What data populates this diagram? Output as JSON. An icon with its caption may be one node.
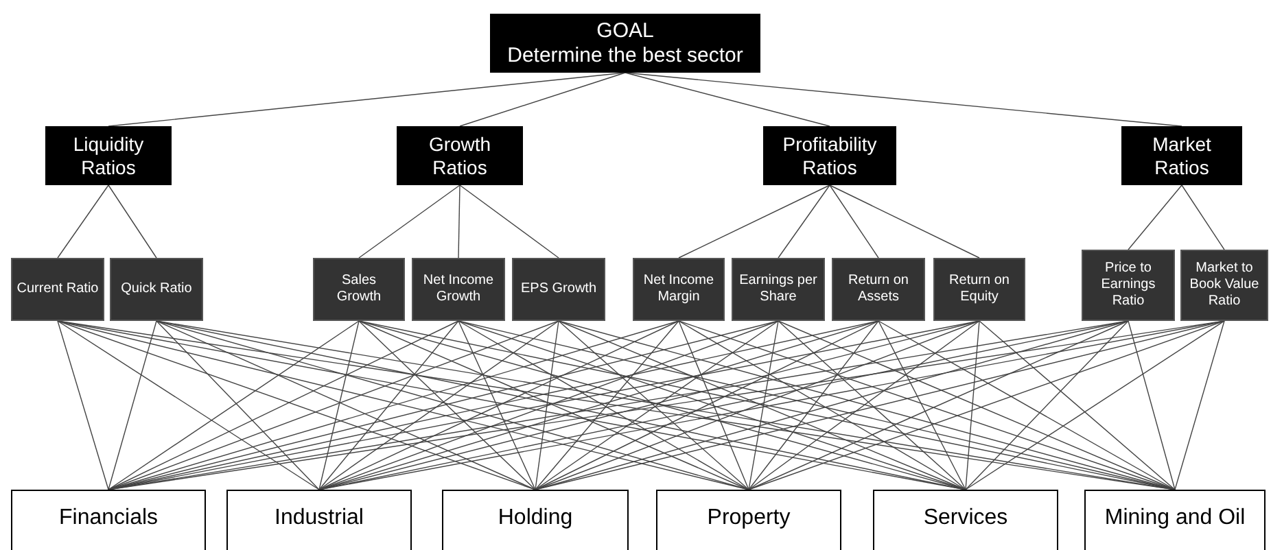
{
  "diagram": {
    "nodes": [
      {
        "text": [
          "GOAL",
          "Determine the best sector"
        ]
      },
      {
        "text": [
          "Liquidity Ratios"
        ]
      },
      {
        "text": [
          "Growth Ratios"
        ]
      },
      {
        "text": [
          "Profitability Ratios"
        ]
      },
      {
        "text": [
          "Market Ratios"
        ]
      },
      {
        "text": [
          "Current Ratio"
        ]
      },
      {
        "text": [
          "Quick Ratio"
        ]
      },
      {
        "text": [
          "Sales Growth"
        ]
      },
      {
        "text": [
          "Net Income Growth"
        ]
      },
      {
        "text": [
          "EPS Growth"
        ]
      },
      {
        "text": [
          "Net Income Margin"
        ]
      },
      {
        "text": [
          "Earnings per Share"
        ]
      },
      {
        "text": [
          "Return on Assets"
        ]
      },
      {
        "text": [
          "Return on Equity"
        ]
      },
      {
        "text": [
          "Price to Earnings Ratio"
        ]
      },
      {
        "text": [
          "Market to Book Value Ratio"
        ]
      },
      {
        "text": [
          "Financials"
        ]
      },
      {
        "text": [
          "Industrial"
        ]
      },
      {
        "text": [
          "Holding"
        ]
      },
      {
        "text": [
          "Property"
        ]
      },
      {
        "text": [
          "Services"
        ]
      },
      {
        "text": [
          "Mining and Oil"
        ]
      }
    ],
    "edges": [
      {
        "from": 0,
        "to": 1,
        "arrow": "none"
      },
      {
        "from": 0,
        "to": 2,
        "arrow": "none"
      },
      {
        "from": 0,
        "to": 3,
        "arrow": "none"
      },
      {
        "from": 0,
        "to": 4,
        "arrow": "none"
      },
      {
        "from": 1,
        "to": 5,
        "arrow": "none"
      },
      {
        "from": 1,
        "to": 6,
        "arrow": "none"
      },
      {
        "from": 2,
        "to": 7,
        "arrow": "none"
      },
      {
        "from": 2,
        "to": 8,
        "arrow": "none"
      },
      {
        "from": 2,
        "to": 9,
        "arrow": "none"
      },
      {
        "from": 3,
        "to": 10,
        "arrow": "none"
      },
      {
        "from": 3,
        "to": 11,
        "arrow": "none"
      },
      {
        "from": 3,
        "to": 12,
        "arrow": "none"
      },
      {
        "from": 3,
        "to": 13,
        "arrow": "none"
      },
      {
        "from": 4,
        "to": 14,
        "arrow": "none"
      },
      {
        "from": 4,
        "to": 15,
        "arrow": "none"
      },
      {
        "from": 5,
        "to": 16,
        "arrow": "none"
      },
      {
        "from": 5,
        "to": 17,
        "arrow": "none"
      },
      {
        "from": 5,
        "to": 18,
        "arrow": "none"
      },
      {
        "from": 5,
        "to": 19,
        "arrow": "none"
      },
      {
        "from": 5,
        "to": 20,
        "arrow": "none"
      },
      {
        "from": 5,
        "to": 21,
        "arrow": "none"
      },
      {
        "from": 6,
        "to": 16,
        "arrow": "none"
      },
      {
        "from": 6,
        "to": 17,
        "arrow": "none"
      },
      {
        "from": 6,
        "to": 18,
        "arrow": "none"
      },
      {
        "from": 6,
        "to": 19,
        "arrow": "none"
      },
      {
        "from": 6,
        "to": 20,
        "arrow": "none"
      },
      {
        "from": 6,
        "to": 21,
        "arrow": "none"
      },
      {
        "from": 7,
        "to": 16,
        "arrow": "none"
      },
      {
        "from": 7,
        "to": 17,
        "arrow": "none"
      },
      {
        "from": 7,
        "to": 18,
        "arrow": "none"
      },
      {
        "from": 7,
        "to": 19,
        "arrow": "none"
      },
      {
        "from": 7,
        "to": 20,
        "arrow": "none"
      },
      {
        "from": 7,
        "to": 21,
        "arrow": "none"
      },
      {
        "from": 8,
        "to": 16,
        "arrow": "none"
      },
      {
        "from": 8,
        "to": 17,
        "arrow": "none"
      },
      {
        "from": 8,
        "to": 18,
        "arrow": "none"
      },
      {
        "from": 8,
        "to": 19,
        "arrow": "none"
      },
      {
        "from": 8,
        "to": 20,
        "arrow": "none"
      },
      {
        "from": 8,
        "to": 21,
        "arrow": "none"
      },
      {
        "from": 9,
        "to": 16,
        "arrow": "none"
      },
      {
        "from": 9,
        "to": 17,
        "arrow": "none"
      },
      {
        "from": 9,
        "to": 18,
        "arrow": "none"
      },
      {
        "from": 9,
        "to": 19,
        "arrow": "none"
      },
      {
        "from": 9,
        "to": 20,
        "arrow": "none"
      },
      {
        "from": 9,
        "to": 21,
        "arrow": "none"
      },
      {
        "from": 10,
        "to": 16,
        "arrow": "none"
      },
      {
        "from": 10,
        "to": 17,
        "arrow": "none"
      },
      {
        "from": 10,
        "to": 18,
        "arrow": "none"
      },
      {
        "from": 10,
        "to": 19,
        "arrow": "none"
      },
      {
        "from": 10,
        "to": 20,
        "arrow": "none"
      },
      {
        "from": 10,
        "to": 21,
        "arrow": "none"
      },
      {
        "from": 11,
        "to": 16,
        "arrow": "none"
      },
      {
        "from": 11,
        "to": 17,
        "arrow": "none"
      },
      {
        "from": 11,
        "to": 18,
        "arrow": "none"
      },
      {
        "from": 11,
        "to": 19,
        "arrow": "none"
      },
      {
        "from": 11,
        "to": 20,
        "arrow": "none"
      },
      {
        "from": 11,
        "to": 21,
        "arrow": "none"
      },
      {
        "from": 12,
        "to": 16,
        "arrow": "none"
      },
      {
        "from": 12,
        "to": 17,
        "arrow": "none"
      },
      {
        "from": 12,
        "to": 18,
        "arrow": "none"
      },
      {
        "from": 12,
        "to": 19,
        "arrow": "none"
      },
      {
        "from": 12,
        "to": 20,
        "arrow": "none"
      },
      {
        "from": 12,
        "to": 21,
        "arrow": "none"
      },
      {
        "from": 13,
        "to": 16,
        "arrow": "none"
      },
      {
        "from": 13,
        "to": 17,
        "arrow": "none"
      },
      {
        "from": 13,
        "to": 18,
        "arrow": "none"
      },
      {
        "from": 13,
        "to": 19,
        "arrow": "none"
      },
      {
        "from": 13,
        "to": 20,
        "arrow": "none"
      },
      {
        "from": 13,
        "to": 21,
        "arrow": "none"
      },
      {
        "from": 14,
        "to": 16,
        "arrow": "none"
      },
      {
        "from": 14,
        "to": 17,
        "arrow": "none"
      },
      {
        "from": 14,
        "to": 18,
        "arrow": "none"
      },
      {
        "from": 14,
        "to": 19,
        "arrow": "none"
      },
      {
        "from": 14,
        "to": 20,
        "arrow": "none"
      },
      {
        "from": 14,
        "to": 21,
        "arrow": "none"
      },
      {
        "from": 15,
        "to": 16,
        "arrow": "none"
      },
      {
        "from": 15,
        "to": 17,
        "arrow": "none"
      },
      {
        "from": 15,
        "to": 18,
        "arrow": "none"
      },
      {
        "from": 15,
        "to": 19,
        "arrow": "none"
      },
      {
        "from": 15,
        "to": 20,
        "arrow": "none"
      },
      {
        "from": 15,
        "to": 21,
        "arrow": "none"
      }
    ]
  }
}
